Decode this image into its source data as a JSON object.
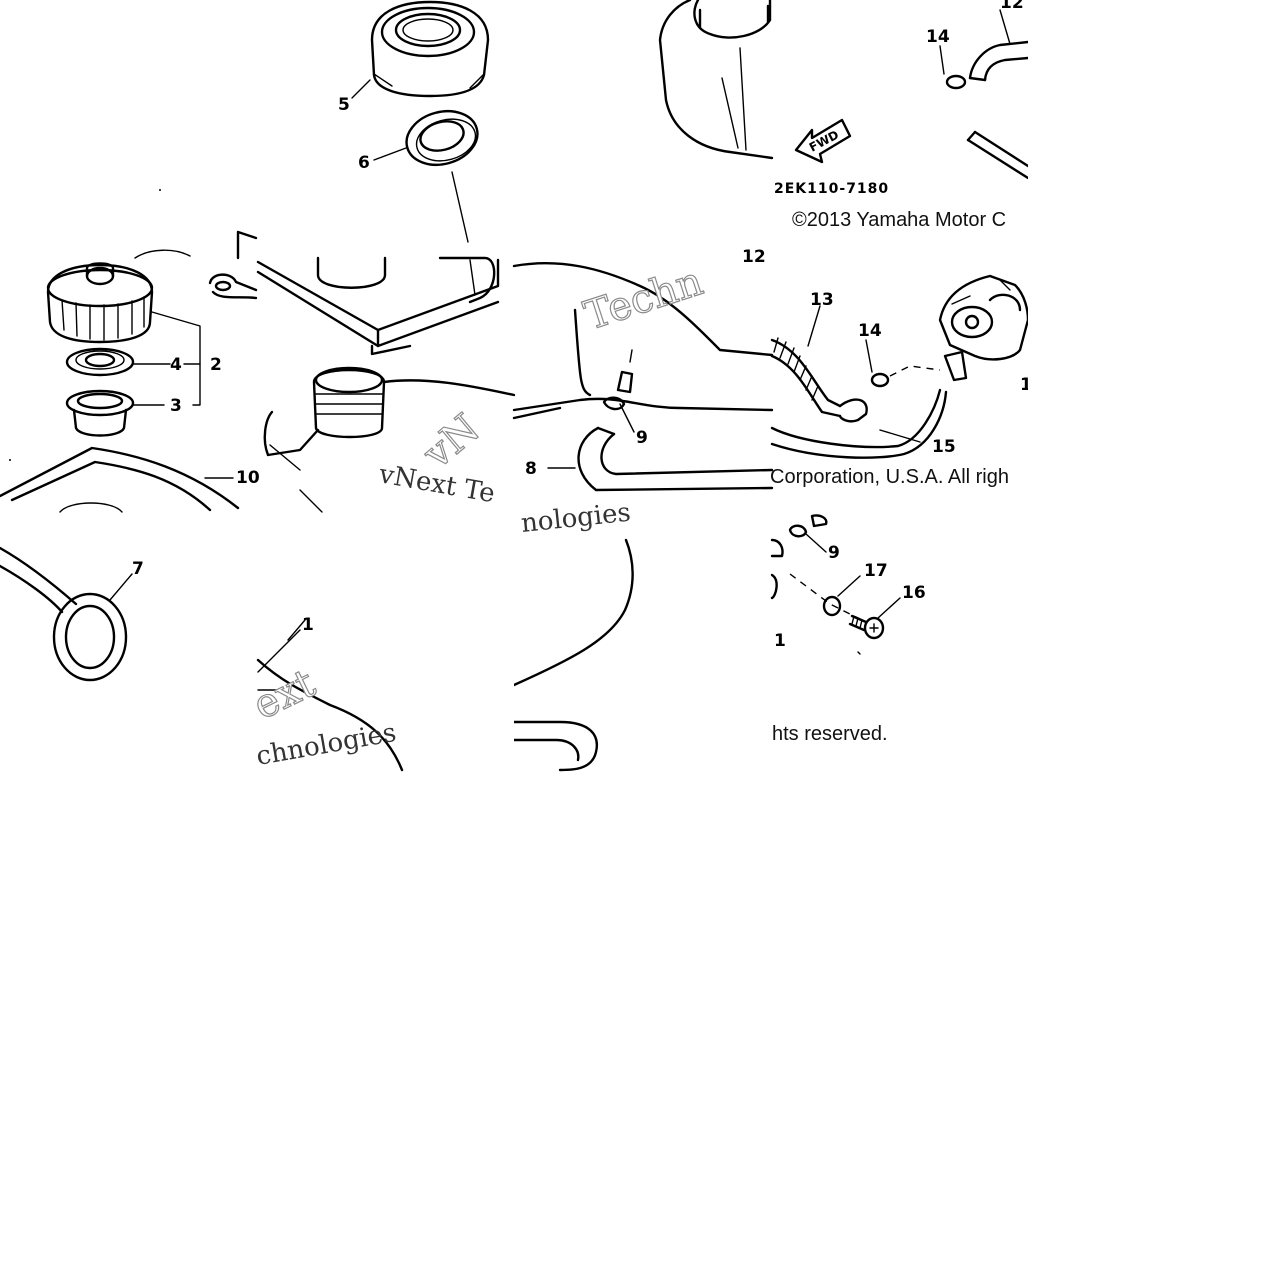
{
  "diagram": {
    "part_numbers": [
      "1",
      "2",
      "3",
      "4",
      "5",
      "6",
      "7",
      "8",
      "9",
      "10",
      "12",
      "13",
      "14",
      "15",
      "16",
      "17"
    ],
    "part_labels": {
      "p1": "1",
      "p1b": "1",
      "p1c": "1",
      "p2": "2",
      "p3": "3",
      "p4": "4",
      "p5": "5",
      "p6": "6",
      "p7": "7",
      "p8": "8",
      "p9": "9",
      "p9b": "9",
      "p10": "10",
      "p12": "12",
      "p12b": "12",
      "p13": "13",
      "p14": "14",
      "p14b": "14",
      "p15": "15",
      "p16": "16",
      "p17": "17"
    },
    "diagram_code": "2EK110-7180",
    "direction_arrow": "FWD",
    "copyright_parts": [
      "©2013 Yamaha Motor C",
      "Corporation, U.S.A. All righ",
      "hts reserved."
    ],
    "watermark_parts": [
      "Techn",
      "vNext Te",
      "nologies",
      "ext",
      "chnologies",
      "vN"
    ]
  }
}
